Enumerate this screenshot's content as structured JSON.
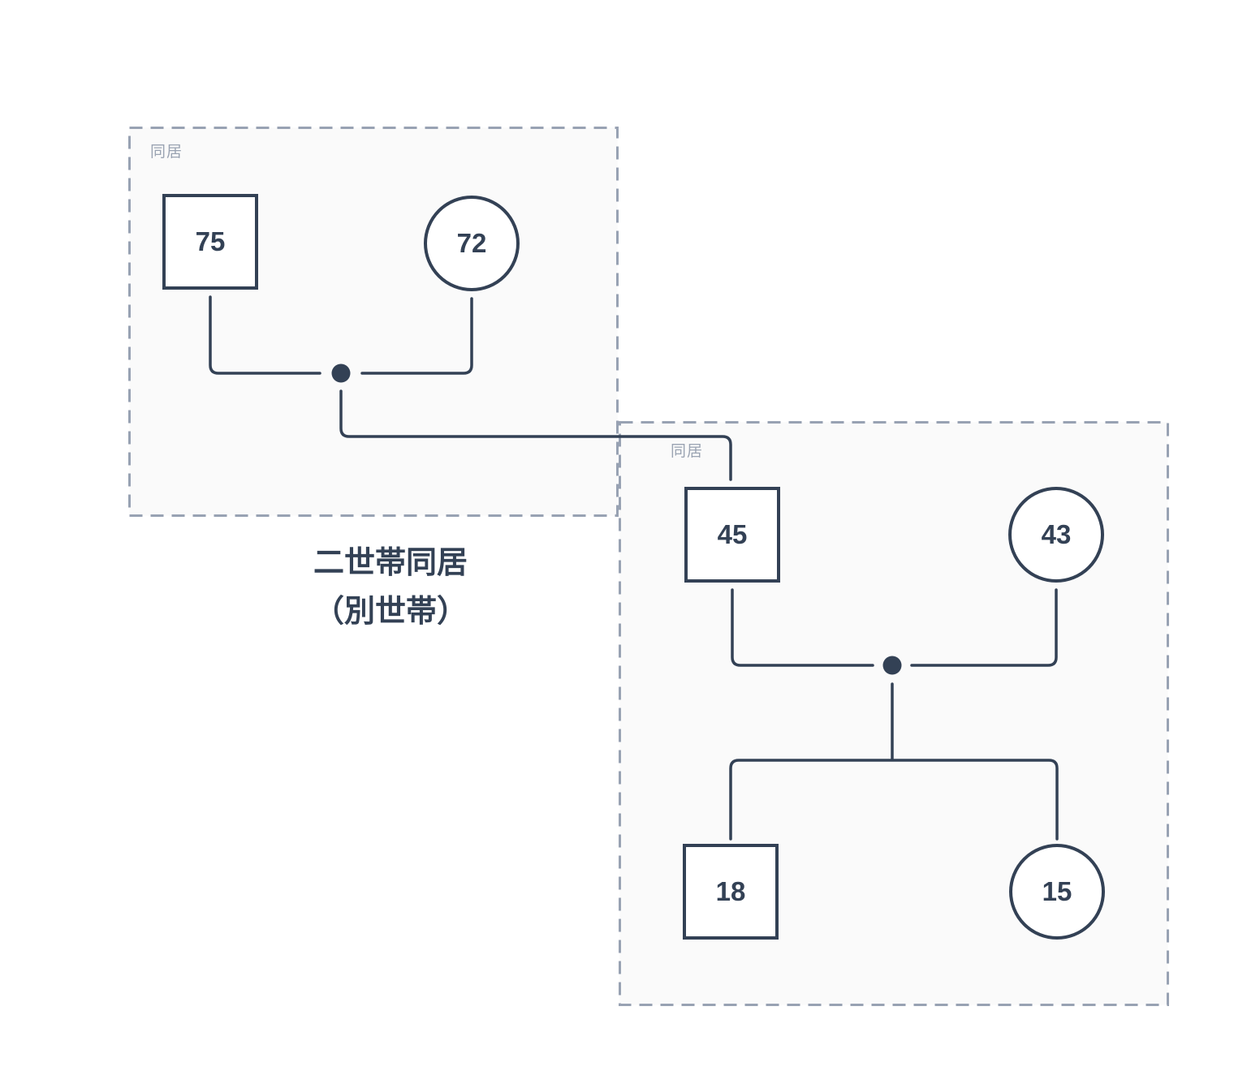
{
  "diagram": {
    "type": "family-genogram",
    "caption": {
      "line1": "二世帯同居",
      "line2": "（別世帯）"
    },
    "households": [
      {
        "label": "同居"
      },
      {
        "label": "同居"
      }
    ],
    "persons": [
      {
        "shape": "square",
        "age": "75",
        "household": 0
      },
      {
        "shape": "circle",
        "age": "72",
        "household": 0
      },
      {
        "shape": "square",
        "age": "45",
        "household": 1
      },
      {
        "shape": "circle",
        "age": "43",
        "household": 1
      },
      {
        "shape": "square",
        "age": "18",
        "household": 1
      },
      {
        "shape": "circle",
        "age": "15",
        "household": 1
      }
    ],
    "colors": {
      "line": "#334155",
      "household_border": "#98a2b3",
      "household_fill": "#fafafa",
      "household_label": "#9aa3b2",
      "text": "#334155",
      "background": "#ffffff"
    }
  }
}
